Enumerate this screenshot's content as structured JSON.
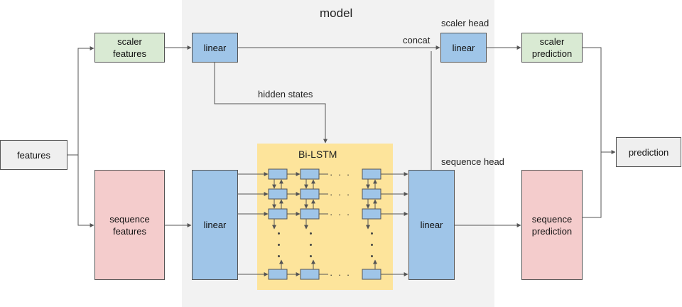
{
  "model_label": "model",
  "bilstm_label": "Bi-LSTM",
  "nodes": {
    "features": "features",
    "scaler_features": "scaler\nfeatures",
    "sequence_features": "sequence\nfeatures",
    "linear_top": "linear",
    "linear_left": "linear",
    "linear_right": "linear",
    "linear_head": "linear",
    "scaler_prediction": "scaler\nprediction",
    "sequence_prediction": "sequence\nprediction",
    "prediction": "prediction"
  },
  "edge_labels": {
    "concat": "concat",
    "scaler_head": "scaler head",
    "hidden_states": "hidden states",
    "sequence_head": "sequence head"
  },
  "ellipsis": "· · ·",
  "colors": {
    "model_bg": "#f2f2f2",
    "bilstm_bg": "#fde49b",
    "blue": "#9fc5e8",
    "green": "#d9ead3",
    "red": "#f4cccc",
    "gray": "#efefef",
    "line": "#555555"
  }
}
